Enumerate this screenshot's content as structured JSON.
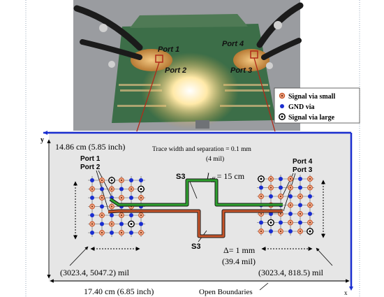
{
  "photo": {
    "ports": [
      {
        "id": "port1",
        "label": "Port 1"
      },
      {
        "id": "port2",
        "label": "Port 2"
      },
      {
        "id": "port3",
        "label": "Port 3"
      },
      {
        "id": "port4",
        "label": "Port 4"
      }
    ]
  },
  "legend": {
    "items": [
      {
        "label": "Signal via small",
        "icon": "signal-via-small-icon",
        "color": "#c8552a"
      },
      {
        "label": "GND via",
        "icon": "gnd-via-icon",
        "color": "#1a2ed0"
      },
      {
        "label": "Signal via large",
        "icon": "signal-via-large-icon",
        "color": "#000000"
      }
    ]
  },
  "schematic": {
    "y_axis": "y",
    "x_axis": "x",
    "height_label": "14.86 cm (5.85 inch)",
    "width_label": "17.40 cm (6.85 inch)",
    "trace_note_line1": "Trace width and separation = 0.1 mm",
    "trace_note_line2": "(4 mil)",
    "leff_l": "l",
    "leff_sub": "eff",
    "leff_value": " = 15 cm",
    "s3_top": "S3",
    "s3_bottom": "S3",
    "delta_line1": "Δ= 1 mm",
    "delta_line2": "(39.4 mil)",
    "left_ports": [
      "Port 1",
      "Port 2"
    ],
    "right_ports": [
      "Port 4",
      "Port 3"
    ],
    "coord_left": "(3023.4, 5047.2) mil",
    "coord_right": "(3023.4, 818.5) mil",
    "open_boundaries": "Open Boundaries"
  },
  "colors": {
    "board_fill": "#e6e6e6",
    "board_border": "#1a2ed0",
    "trace_green": "#2ea02e",
    "trace_orange": "#c8552a",
    "pcb_green": "#3c6e48"
  }
}
